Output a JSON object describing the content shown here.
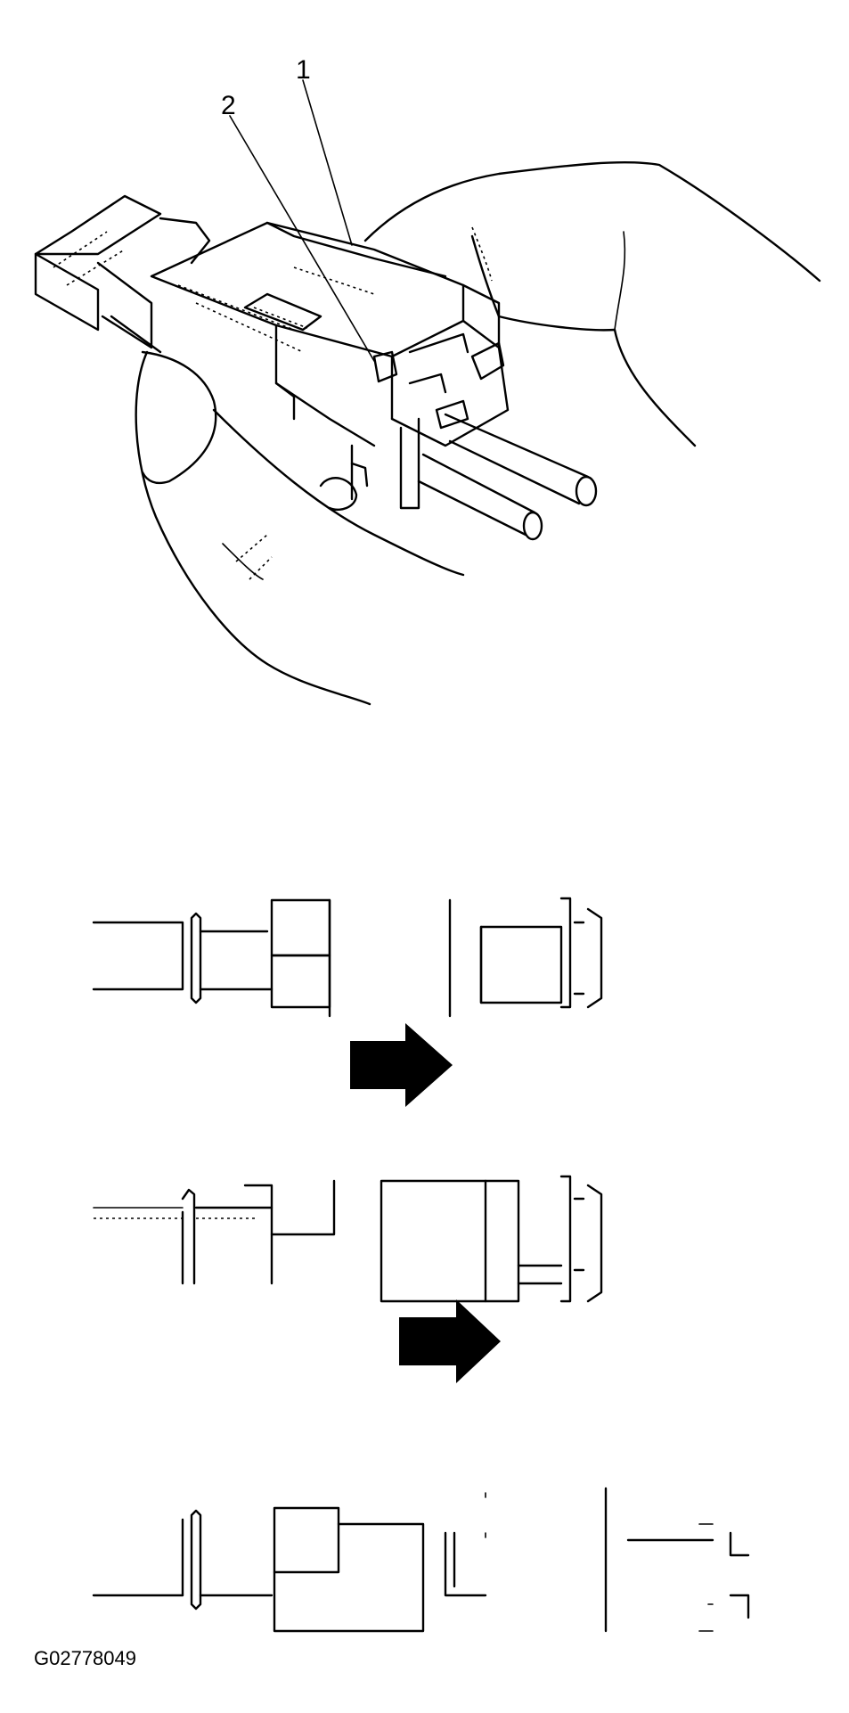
{
  "figure": {
    "callouts": [
      "1",
      "2"
    ],
    "figure_code": "G02778049",
    "steps": 3
  }
}
